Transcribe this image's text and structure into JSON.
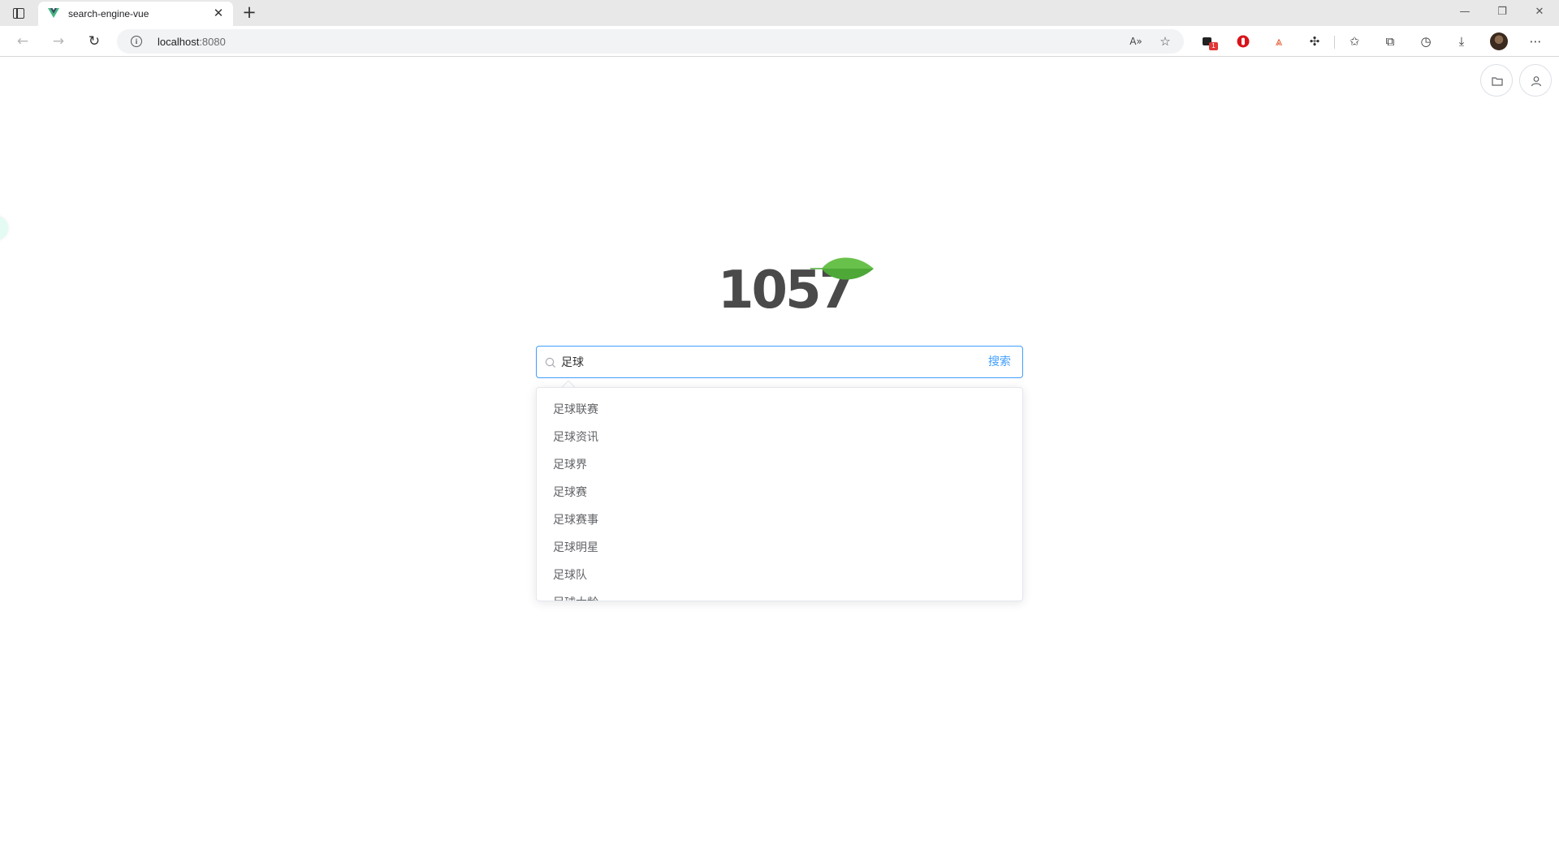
{
  "browser": {
    "tab": {
      "title": "search-engine-vue"
    },
    "address": {
      "host": "localhost",
      "port": ":8080"
    },
    "extension_badge": "1"
  },
  "page": {
    "logo": {
      "text": "1057"
    },
    "search": {
      "value": "足球",
      "placeholder": "",
      "button_label": "搜索"
    },
    "suggestions": [
      "足球联赛",
      "足球资讯",
      "足球界",
      "足球赛",
      "足球赛事",
      "足球明星",
      "足球队",
      "足球大龄"
    ]
  },
  "colors": {
    "accent": "#409eff",
    "logo_text": "#4a4a4a",
    "leaf_light": "#68c14a",
    "leaf_dark": "#4ea838"
  },
  "icons": {
    "folder": "folder-icon",
    "user": "user-icon",
    "search": "search-icon"
  }
}
